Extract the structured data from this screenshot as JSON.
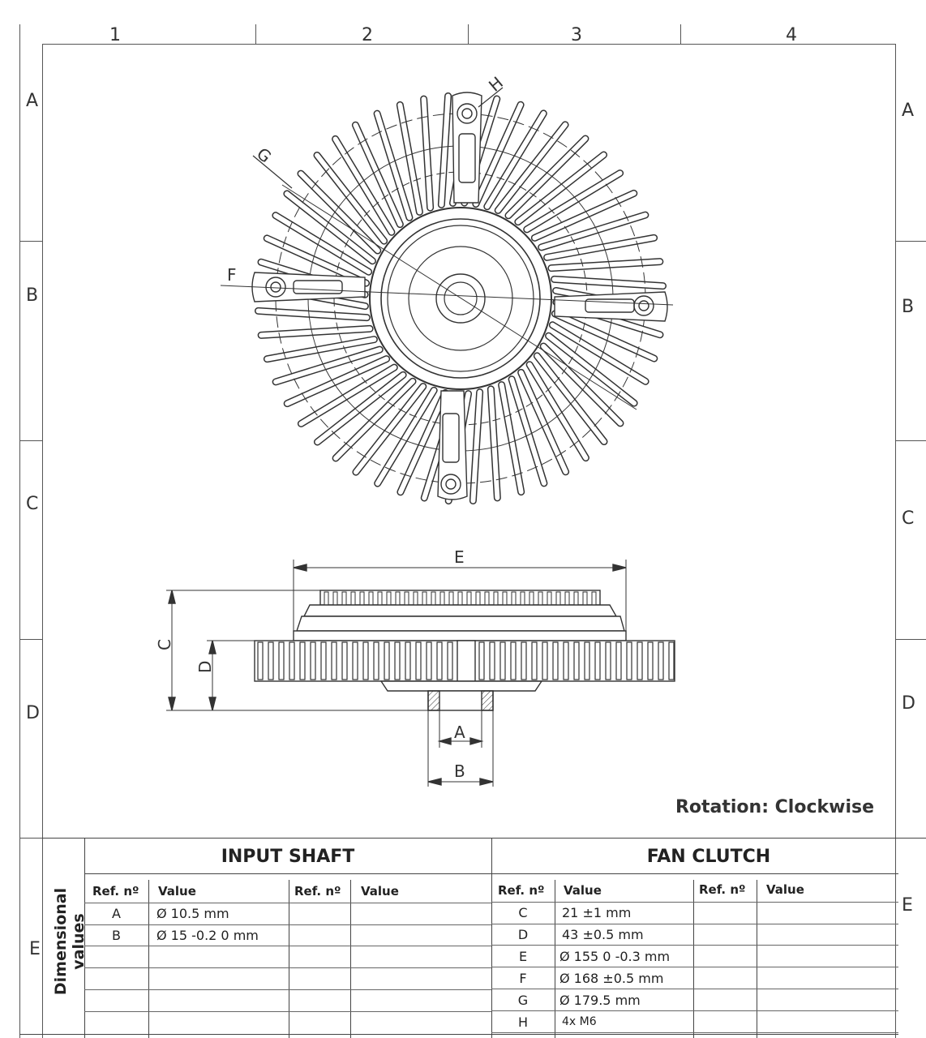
{
  "grid": {
    "columns": [
      "1",
      "2",
      "3",
      "4"
    ],
    "rows_left": [
      "A",
      "B",
      "C",
      "D",
      "E"
    ],
    "rows_right": [
      "A",
      "B",
      "C",
      "D",
      "E"
    ]
  },
  "drawing": {
    "labels": {
      "a": "A",
      "b": "B",
      "c": "C",
      "d": "D",
      "e": "E",
      "f": "F",
      "g": "G",
      "h": "H"
    },
    "rotation": "Rotation: Clockwise"
  },
  "table": {
    "side_label": "Dimensional values",
    "input_shaft": {
      "title": "INPUT SHAFT",
      "headers": {
        "ref1": "Ref. nº",
        "val1": "Value",
        "ref2": "Ref. nº",
        "val2": "Value"
      },
      "rows": [
        {
          "ref": "A",
          "value": "Ø 10.5 mm"
        },
        {
          "ref": "B",
          "value": "Ø 15  -0.2 0 mm"
        }
      ]
    },
    "fan_clutch": {
      "title": "FAN CLUTCH",
      "headers": {
        "ref1": "Ref. nº",
        "val1": "Value",
        "ref2": "Ref. nº",
        "val2": "Value"
      },
      "rows": [
        {
          "ref": "C",
          "value": "21 ±1 mm"
        },
        {
          "ref": "D",
          "value": "43 ±0.5 mm"
        },
        {
          "ref": "E",
          "value": "Ø 155 0 -0.3 mm"
        },
        {
          "ref": "F",
          "value": "Ø 168 ±0.5 mm"
        },
        {
          "ref": "G",
          "value": "Ø 179.5 mm"
        },
        {
          "ref": "H",
          "value": "4x M6"
        }
      ]
    }
  }
}
